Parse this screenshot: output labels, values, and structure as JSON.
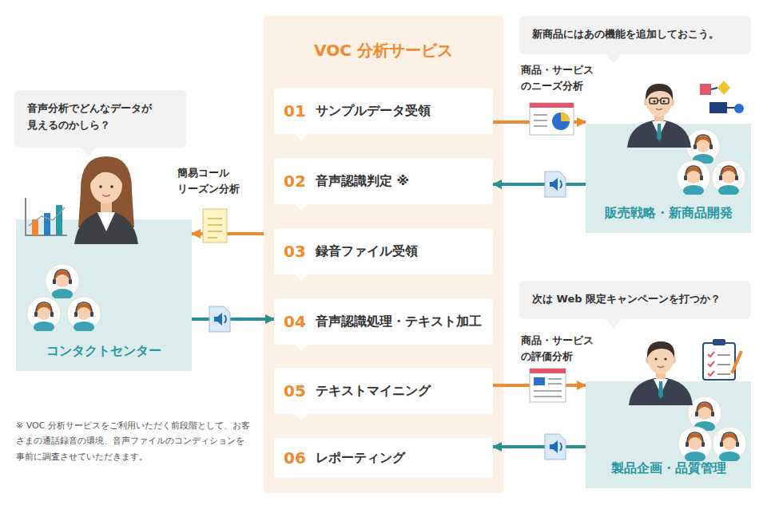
{
  "diagram": {
    "nodes": [
      {
        "text": [
          "VOC 分析サービス"
        ]
      },
      {
        "text": [
          "01",
          "サンプルデータ受領"
        ],
        "in": 0
      },
      {
        "text": [
          "02",
          "音声認識判定 ※"
        ],
        "in": 0
      },
      {
        "text": [
          "03",
          "録音ファイル受領"
        ],
        "in": 0
      },
      {
        "text": [
          "04",
          "音声認識処理・テキスト加工"
        ],
        "in": 0
      },
      {
        "text": [
          "05",
          "テキストマイニング"
        ],
        "in": 0
      },
      {
        "text": [
          "06",
          "レポーティング"
        ],
        "in": 0
      },
      {
        "text": [
          "音声分析でどんなデータが 見えるのかしら？"
        ]
      },
      {
        "text": [
          "コンタクトセンター"
        ]
      },
      {
        "text": [
          "新商品にはあの機能を追加しておこう。"
        ]
      },
      {
        "text": [
          "販売戦略・新商品開発"
        ]
      },
      {
        "text": [
          "次は Web 限定キャンペーンを打つか？"
        ]
      },
      {
        "text": [
          "製品企画・品質管理"
        ]
      }
    ],
    "edges": [
      {
        "from": 0,
        "to": 8,
        "arrow": "to",
        "label": "簡易コール リーズン分析"
      },
      {
        "from": 8,
        "to": 4,
        "arrow": "to"
      },
      {
        "from": 1,
        "to": 10,
        "arrow": "to",
        "label": "商品・サービス のニーズ分析"
      },
      {
        "from": 10,
        "to": 2,
        "arrow": "to"
      },
      {
        "from": 5,
        "to": 12,
        "arrow": "to",
        "label": "商品・サービス の評価分析"
      },
      {
        "from": 12,
        "to": 6,
        "arrow": "to"
      }
    ],
    "labels": [
      "※ VOC 分析サービスをご利用いただく前段階として、お客 さまの通話録音の環境、音声ファイルのコンディションを 事前に調査させていただきます。"
    ]
  }
}
